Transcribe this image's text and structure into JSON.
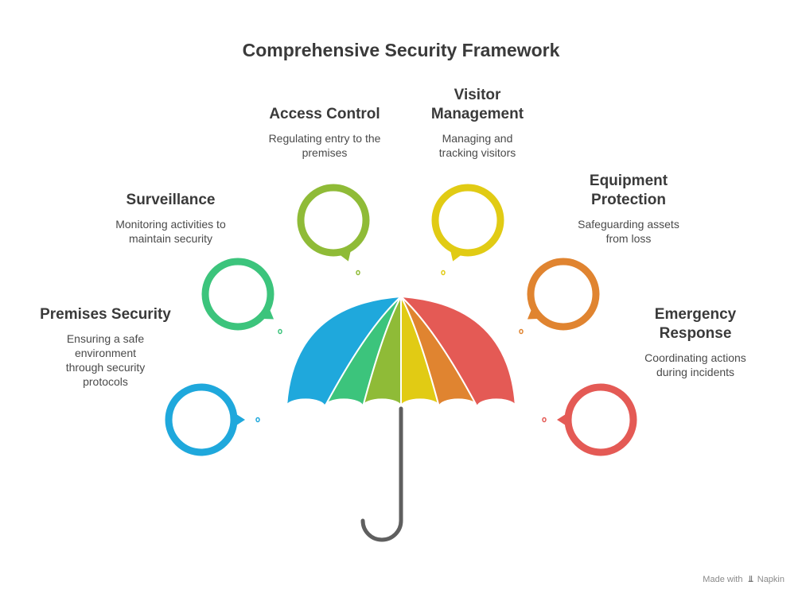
{
  "title": "Comprehensive Security Framework",
  "footer": {
    "prefix": "Made with",
    "brand": "Napkin"
  },
  "items": [
    {
      "heading": "Premises Security",
      "description": "Ensuring a safe environment through security protocols",
      "color": "#1fa8dc"
    },
    {
      "heading": "Surveillance",
      "description": "Monitoring activities to maintain security",
      "color": "#3cc47c"
    },
    {
      "heading": "Access Control",
      "description": "Regulating entry to the premises",
      "color": "#8fbb37"
    },
    {
      "heading": "Visitor Management",
      "description": "Managing and tracking visitors",
      "color": "#e1cb14"
    },
    {
      "heading": "Equipment Protection",
      "description": "Safeguarding assets from loss",
      "color": "#e08430"
    },
    {
      "heading": "Emergency Response",
      "description": "Coordinating actions during incidents",
      "color": "#e45a55"
    }
  ],
  "handle_color": "#5f5f5f"
}
